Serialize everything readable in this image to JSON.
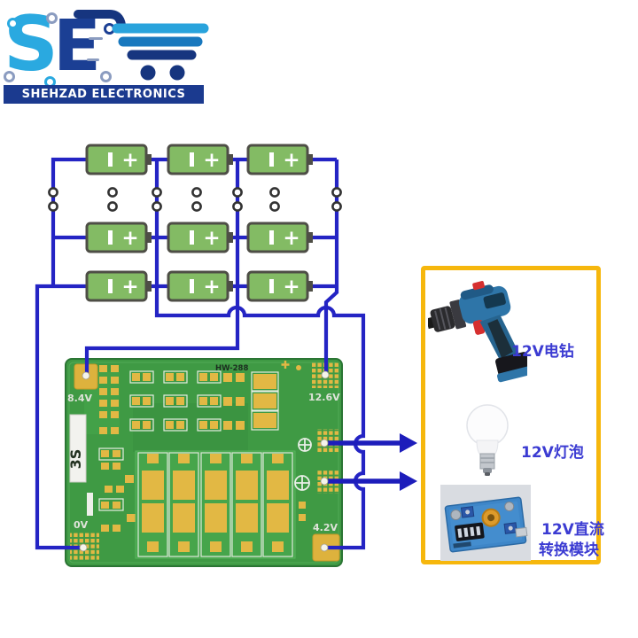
{
  "logo": {
    "letter_s": "S",
    "letter_e": "E",
    "banner": "SHEHZAD ELECTRONICS"
  },
  "battery": {
    "plus": "+",
    "cells": 9,
    "rows": 3,
    "per_row": 3
  },
  "pcb": {
    "model": "HW-288",
    "series_label": "3S",
    "pad_top_left": "8.4V",
    "pad_top_right": "12.6V",
    "pad_bottom_left": "0V",
    "pad_bottom_right": "4.2V"
  },
  "panel": {
    "drill_label": "12V电钻",
    "bulb_label": "12V灯泡",
    "converter_label_line1": "12V直流",
    "converter_label_line2": "转换模块"
  },
  "colors": {
    "wire": "#2424c4",
    "arrow": "#1d1dbb",
    "panel_border": "#f6b70d",
    "board_green": "#3f9a44",
    "pad_gold": "#ddb23d",
    "battery_green": "#83bb64",
    "label_blue": "#3b3bd2",
    "brand_light_blue": "#29a3dc",
    "brand_mid_blue": "#1878be",
    "brand_navy": "#16357f"
  }
}
